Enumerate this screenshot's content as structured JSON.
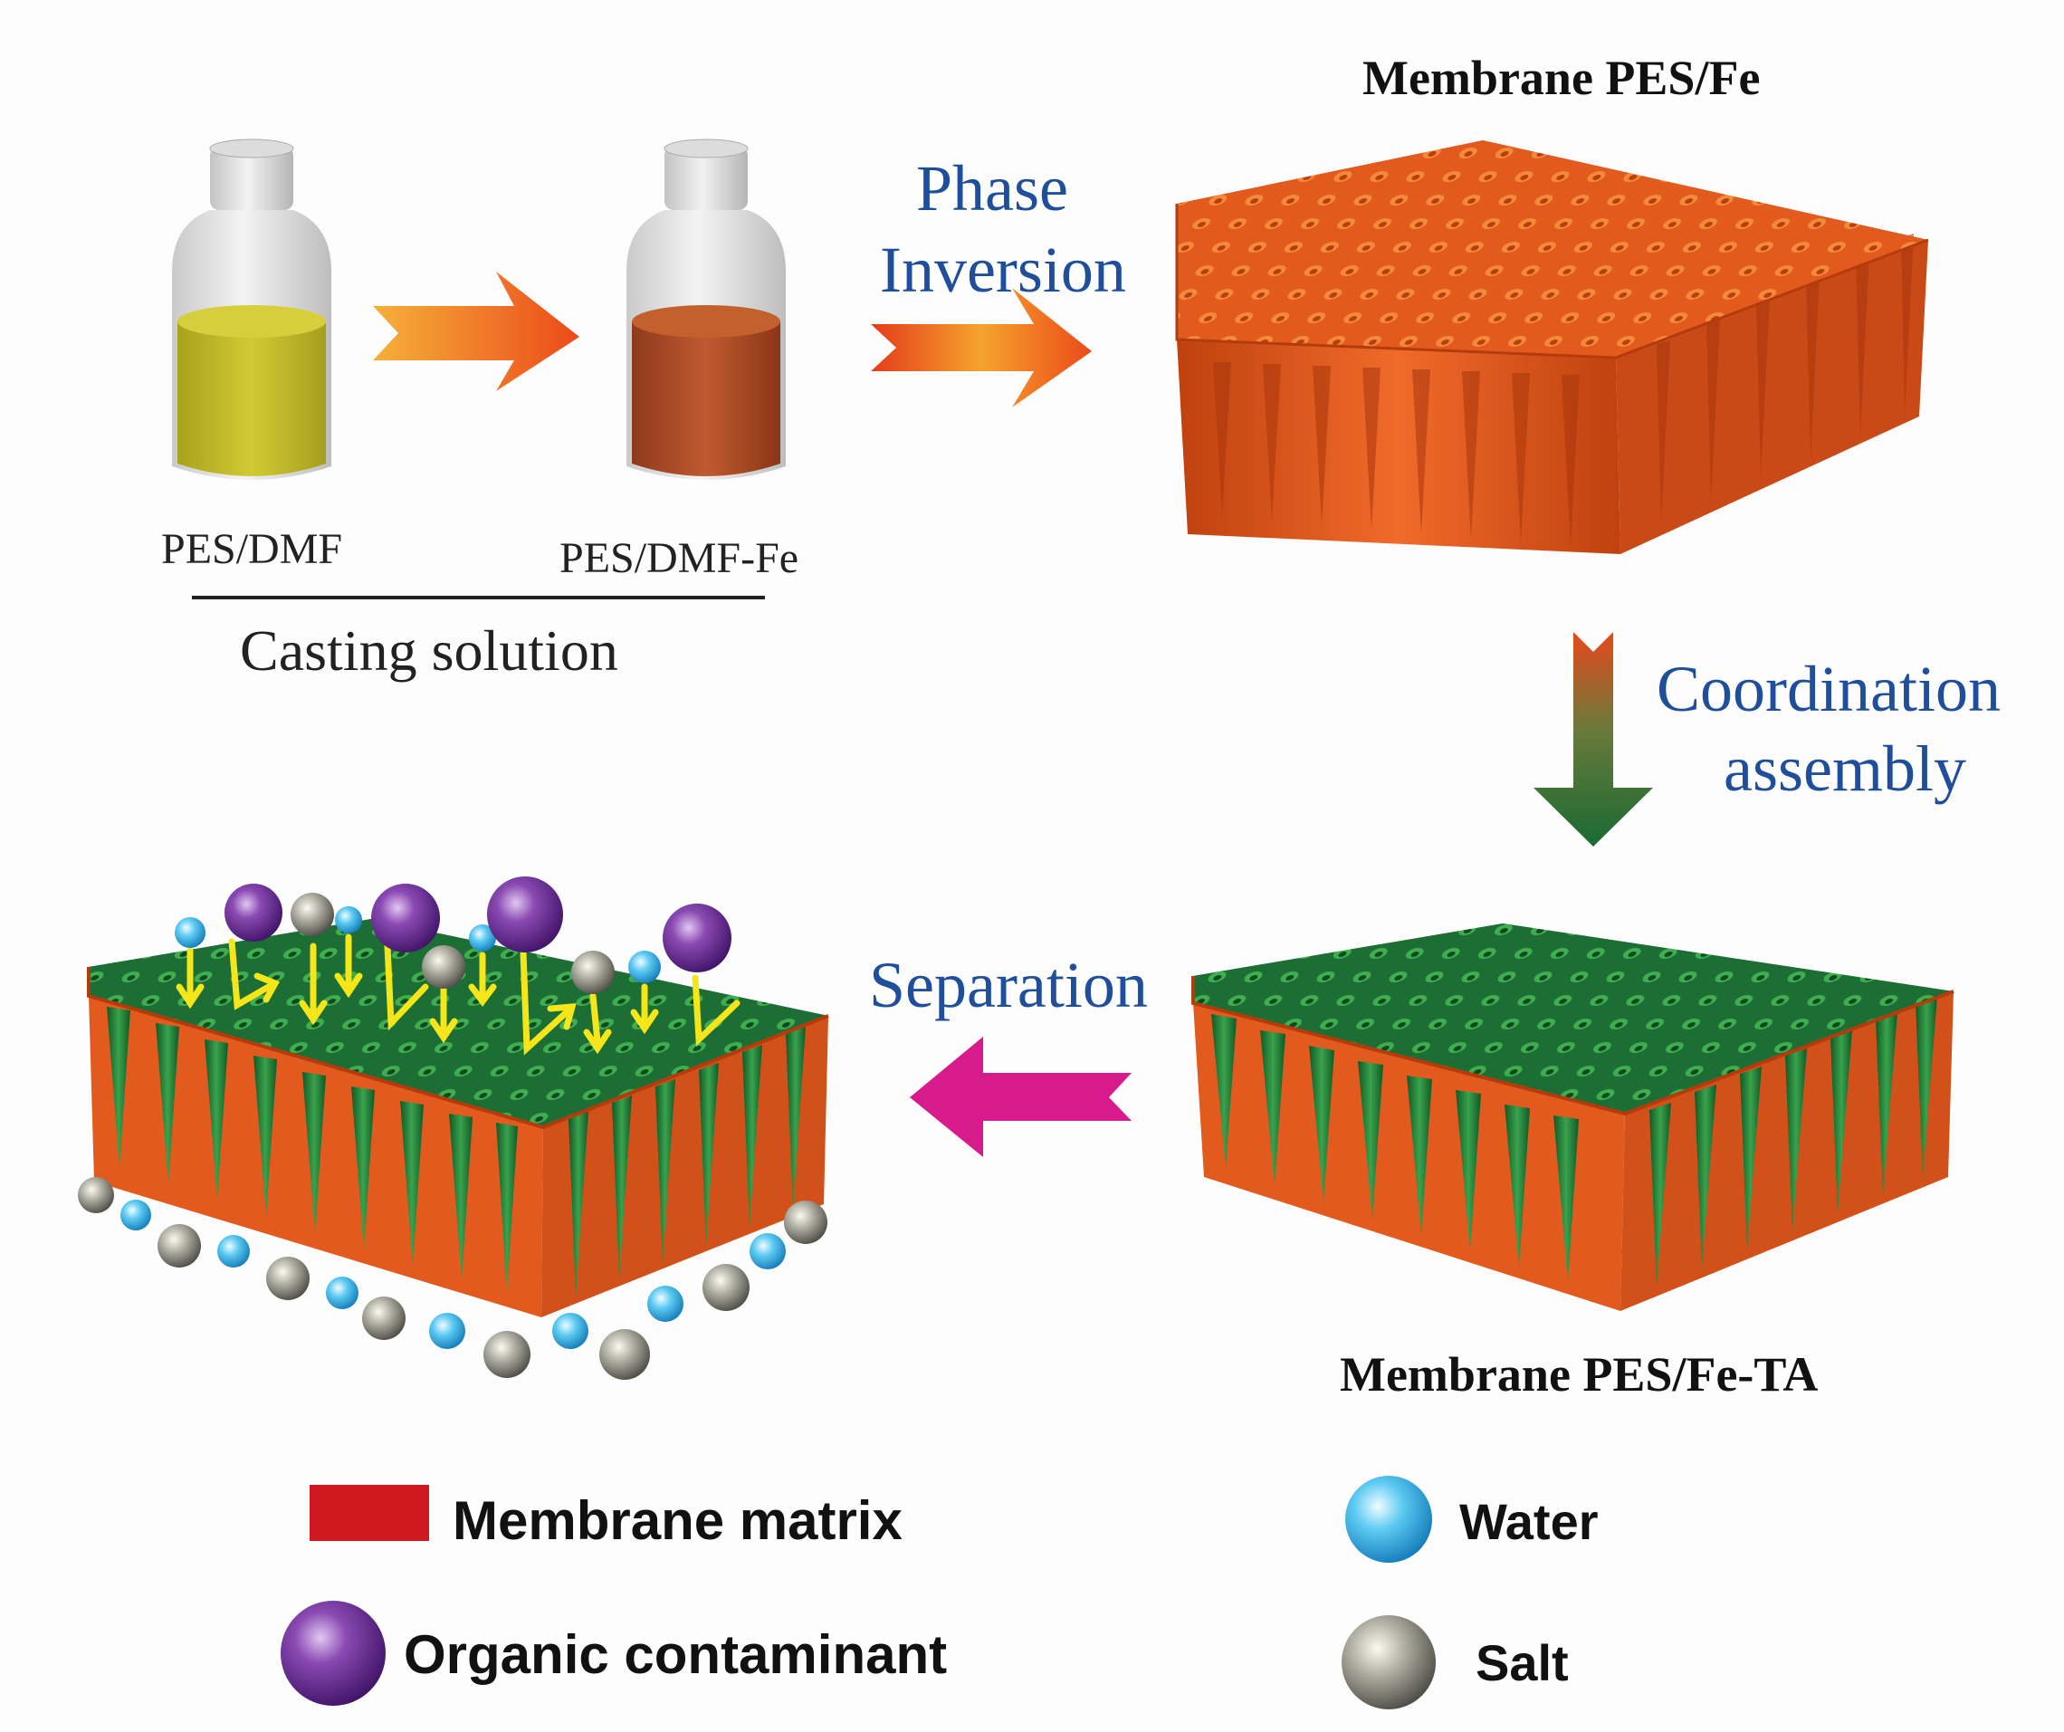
{
  "steps": {
    "bottle1_label": "PES/DMF",
    "bottle2_label": "PES/DMF-Fe",
    "casting_label": "Casting solution",
    "phase_line1": "Phase",
    "phase_line2": "Inversion",
    "membrane1_title": "Membrane PES/Fe",
    "coord_line1": "Coordination",
    "coord_line2": "assembly",
    "membrane2_title": "Membrane PES/Fe-TA",
    "separation": "Separation"
  },
  "legend": {
    "matrix": "Membrane matrix",
    "organic": "Organic contaminant",
    "water": "Water",
    "salt": "Salt"
  },
  "colors": {
    "pes_dmf": "#c7bf2a",
    "pes_dmf_fe": "#b3512a",
    "membrane_orange": "#e2561c",
    "membrane_green": "#1e7a3a",
    "arrow_magenta": "#d81b8c",
    "text_blue": "#1f4e9a",
    "legend_red": "#d01820",
    "organic_purple": "#6a2a90",
    "water_blue": "#33b5ea",
    "salt_gray": "#9a9a92",
    "flow_yellow": "#f5e61a"
  }
}
